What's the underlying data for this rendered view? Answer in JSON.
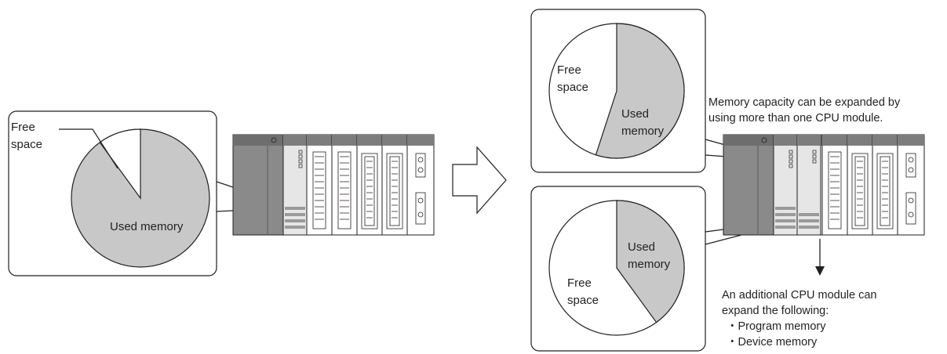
{
  "colors": {
    "used": "#c8c8c8",
    "free": "#ffffff",
    "outline": "#231f20",
    "module_dark": "#7d7d7d",
    "module_light": "#e6e6e6"
  },
  "single_cpu": {
    "pie": {
      "used_label": "Used memory",
      "free_label_1": "Free",
      "free_label_2": "space",
      "used_fraction": 0.9
    }
  },
  "multi_cpu": {
    "pie_top": {
      "used_label_1": "Used",
      "used_label_2": "memory",
      "free_label_1": "Free",
      "free_label_2": "space",
      "used_fraction": 0.55
    },
    "pie_bottom": {
      "used_label_1": "Used",
      "used_label_2": "memory",
      "free_label_1": "Free",
      "free_label_2": "space",
      "used_fraction": 0.4
    },
    "note_capacity_1": "Memory capacity can be expanded by",
    "note_capacity_2": "using more than one CPU module.",
    "note_expand_1": "An additional CPU module can",
    "note_expand_2": "expand the following:",
    "note_expand_3": "・Program memory",
    "note_expand_4": "・Device memory"
  },
  "arrow_icon": "hollow-right-arrow-icon",
  "down_arrow_icon": "down-arrow-icon"
}
